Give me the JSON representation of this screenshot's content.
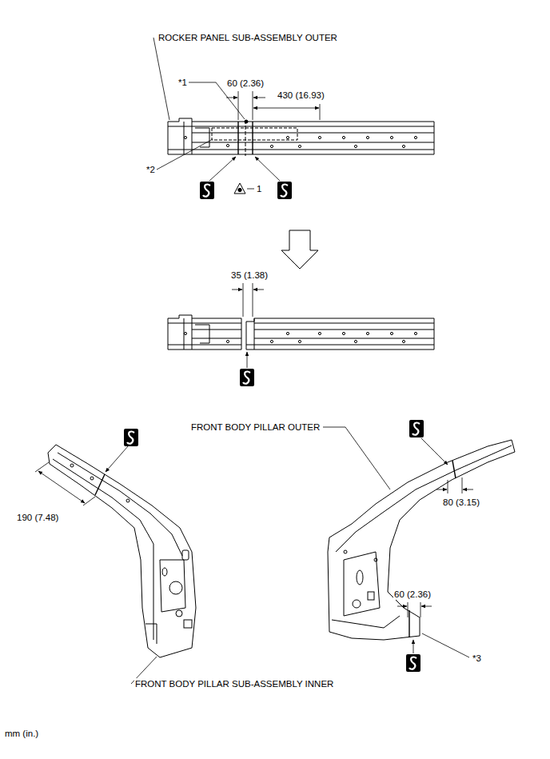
{
  "diagram": {
    "labels": [
      "ROCKER PANEL SUB-ASSEMBLY OUTER",
      "*1",
      "60 (2.36)",
      "430 (16.93)",
      "*2",
      "1",
      "35 (1.38)",
      "FRONT BODY PILLAR OUTER",
      "190 (7.48)",
      "80 (3.15)",
      "60 (2.36)",
      "*3",
      "FRONT BODY PILLAR SUB-ASSEMBLY INNER",
      "mm (in.)"
    ]
  }
}
